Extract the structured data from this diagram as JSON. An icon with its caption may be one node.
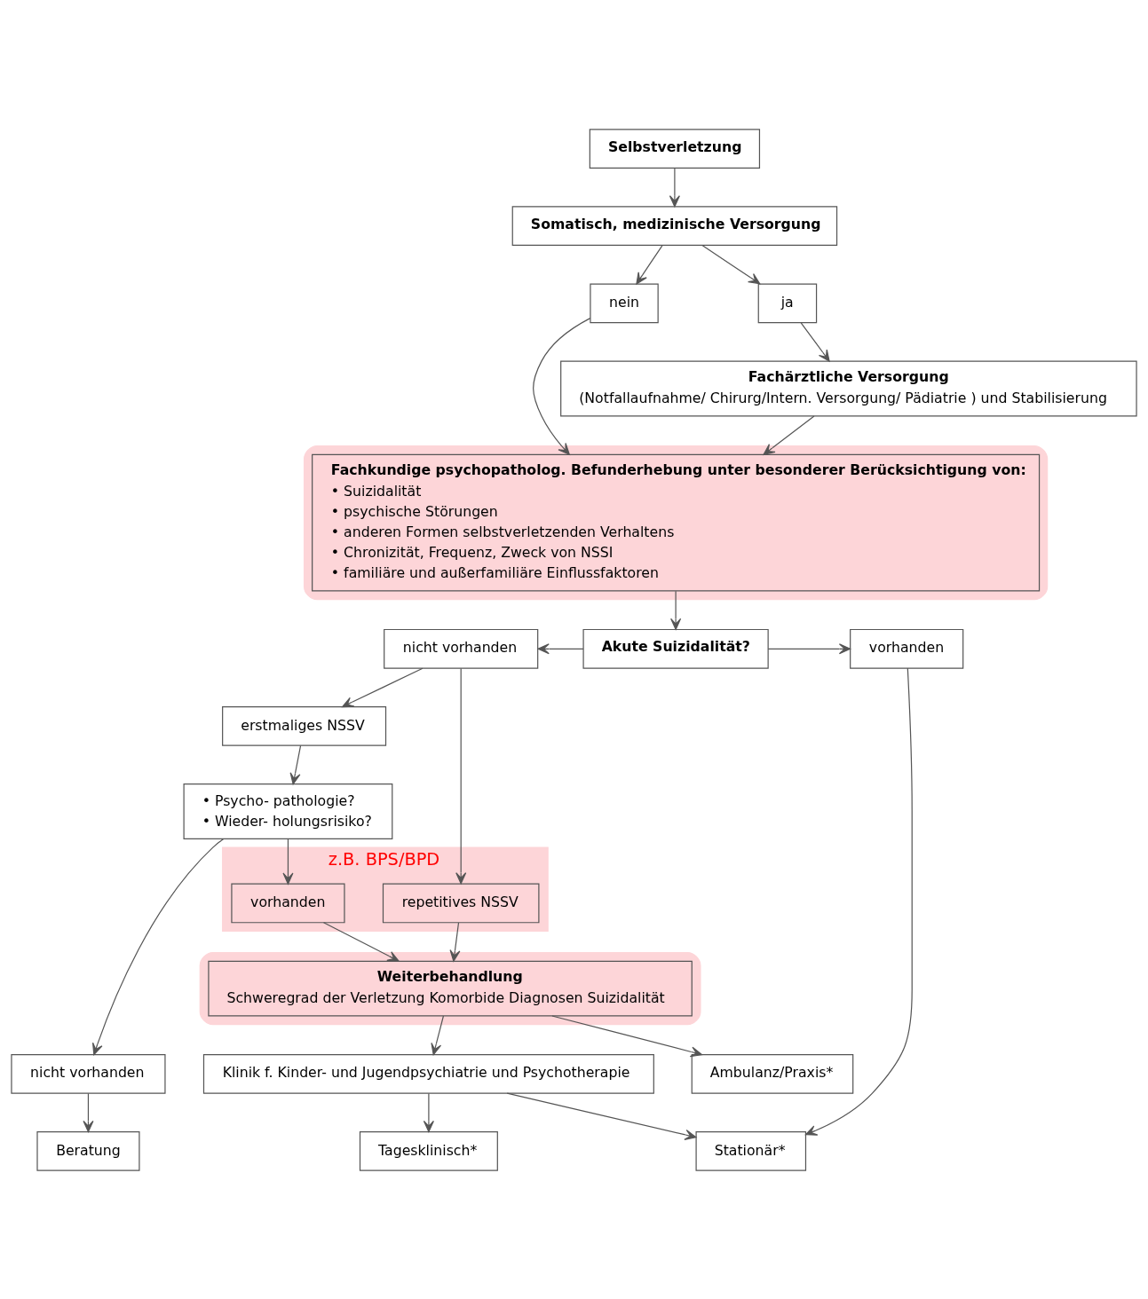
{
  "diagram": {
    "nodes": [
      {
        "text": [
          "Selbstverletzung"
        ]
      },
      {
        "text": [
          "Somatisch, medizinische Versorgung"
        ]
      },
      {
        "text": [
          "nein"
        ]
      },
      {
        "text": [
          "ja"
        ]
      },
      {
        "text": [
          "Fachärztliche Versorgung",
          "(Notfallaufnahme/ Chirurg/Intern. Versorgung/ Pädiatrie ) und Stabilisierung"
        ]
      },
      {
        "text": [],
        "shape": "box"
      },
      {
        "text": [
          "Fachkundige psychopatholog. Befunderhebung unter besonderer Berücksichtigung von:",
          "• Suizidalität",
          "• psychische Störungen",
          "• anderen Formen selbstverletzenden Verhaltens",
          "• Chronizität, Frequenz, Zweck von NSSI",
          "• familiäre und außerfamiliäre Einflussfaktoren"
        ],
        "in": 5
      },
      {
        "text": [
          "nicht vorhanden"
        ]
      },
      {
        "text": [
          "Akute Suizidalität?"
        ]
      },
      {
        "text": [
          "vorhanden"
        ]
      },
      {
        "text": [
          "erstmaliges NSSV"
        ]
      },
      {
        "text": [
          "z.B. BPS/BPD"
        ]
      },
      {
        "text": [
          "repetitives NSSV"
        ],
        "in": 11
      },
      {
        "text": [
          "vorhanden"
        ],
        "in": 11
      },
      {
        "text": [
          "• Psycho- pathologie?",
          "• Wieder- holungsrisiko?"
        ]
      },
      {
        "text": [],
        "shape": "box"
      },
      {
        "text": [
          "Weiterbehandlung",
          "Schweregrad der Verletzung Komorbide Diagnosen Suizidalität"
        ],
        "in": 15
      },
      {
        "text": [
          "nicht vorhanden"
        ]
      },
      {
        "text": [
          "Ambulanz/Praxis*"
        ]
      },
      {
        "text": [
          "Klinik f. Kinder- und Jugendpsychiatrie und Psychotherapie"
        ]
      },
      {
        "text": [
          "Beratung"
        ]
      },
      {
        "text": [
          "Tagesklinisch*"
        ]
      },
      {
        "text": [
          "Stationär*"
        ]
      }
    ],
    "edges": [
      {
        "from": 0,
        "to": 1,
        "arrow": "to"
      },
      {
        "from": 1,
        "to": 2,
        "arrow": "to"
      },
      {
        "from": 1,
        "to": 3,
        "arrow": "to"
      },
      {
        "from": 3,
        "to": 4,
        "arrow": "to"
      },
      {
        "from": 2,
        "to": 6,
        "arrow": "to"
      },
      {
        "from": 4,
        "to": 6,
        "arrow": "to"
      },
      {
        "from": 6,
        "to": 8,
        "arrow": "to"
      },
      {
        "from": 8,
        "to": 7,
        "arrow": "to"
      },
      {
        "from": 8,
        "to": 9,
        "arrow": "to"
      },
      {
        "from": 7,
        "to": 10,
        "arrow": "to"
      },
      {
        "from": 7,
        "to": 12,
        "arrow": "to"
      },
      {
        "from": 10,
        "to": 14,
        "arrow": "to"
      },
      {
        "from": 14,
        "to": 13,
        "arrow": "to"
      },
      {
        "from": 12,
        "to": 16,
        "arrow": "to"
      },
      {
        "from": 13,
        "to": 16,
        "arrow": "to"
      },
      {
        "from": 14,
        "to": 17,
        "arrow": "to"
      },
      {
        "from": 17,
        "to": 20,
        "arrow": "to"
      },
      {
        "from": 16,
        "to": 18,
        "arrow": "to"
      },
      {
        "from": 16,
        "to": 19,
        "arrow": "to"
      },
      {
        "from": 19,
        "to": 21,
        "arrow": "to"
      },
      {
        "from": 19,
        "to": 22,
        "arrow": "to"
      },
      {
        "from": 9,
        "to": 22,
        "arrow": "to"
      }
    ]
  }
}
